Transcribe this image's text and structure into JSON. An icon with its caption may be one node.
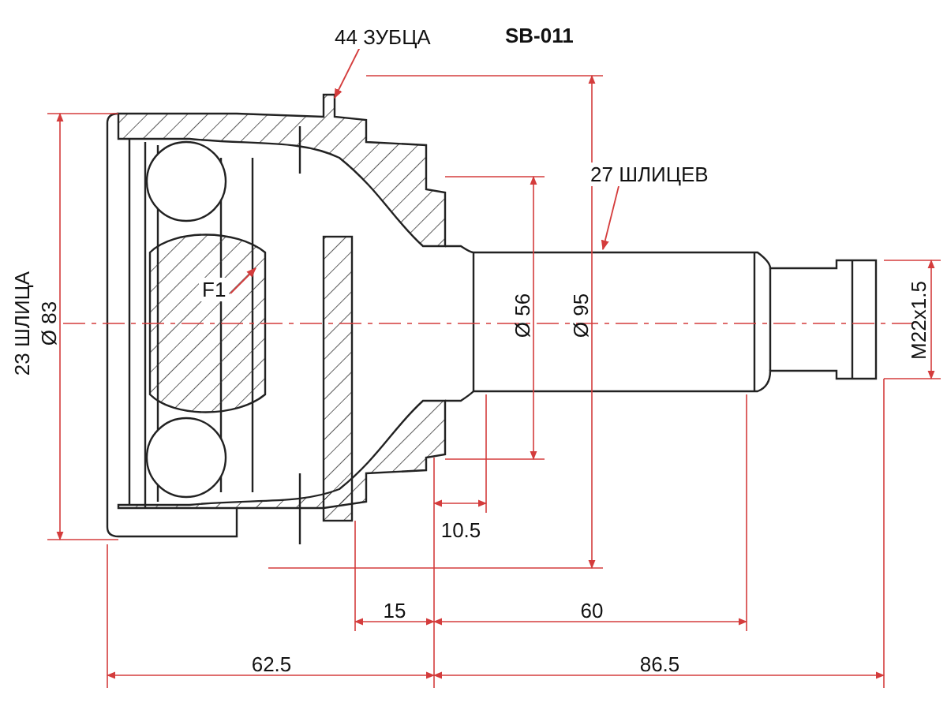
{
  "diagram": {
    "nodes": [
      {
        "text": [
          "44 ЗУБЦА"
        ]
      },
      {
        "text": [
          "27 ШЛИЦЕВ"
        ]
      },
      {
        "text": [
          "F1"
        ]
      }
    ],
    "edges": [
      {
        "from": 0,
        "to": null,
        "arrow": "to"
      },
      {
        "from": 1,
        "to": null,
        "arrow": "to"
      },
      {
        "from": 2,
        "to": null,
        "arrow": "to"
      }
    ],
    "labels": [
      "SB-011",
      "23 ШЛИЦА",
      "Ø 83",
      "Ø 56",
      "Ø 95",
      "M22x1.5",
      "10.5",
      "15",
      "60",
      "62.5",
      "86.5"
    ]
  }
}
